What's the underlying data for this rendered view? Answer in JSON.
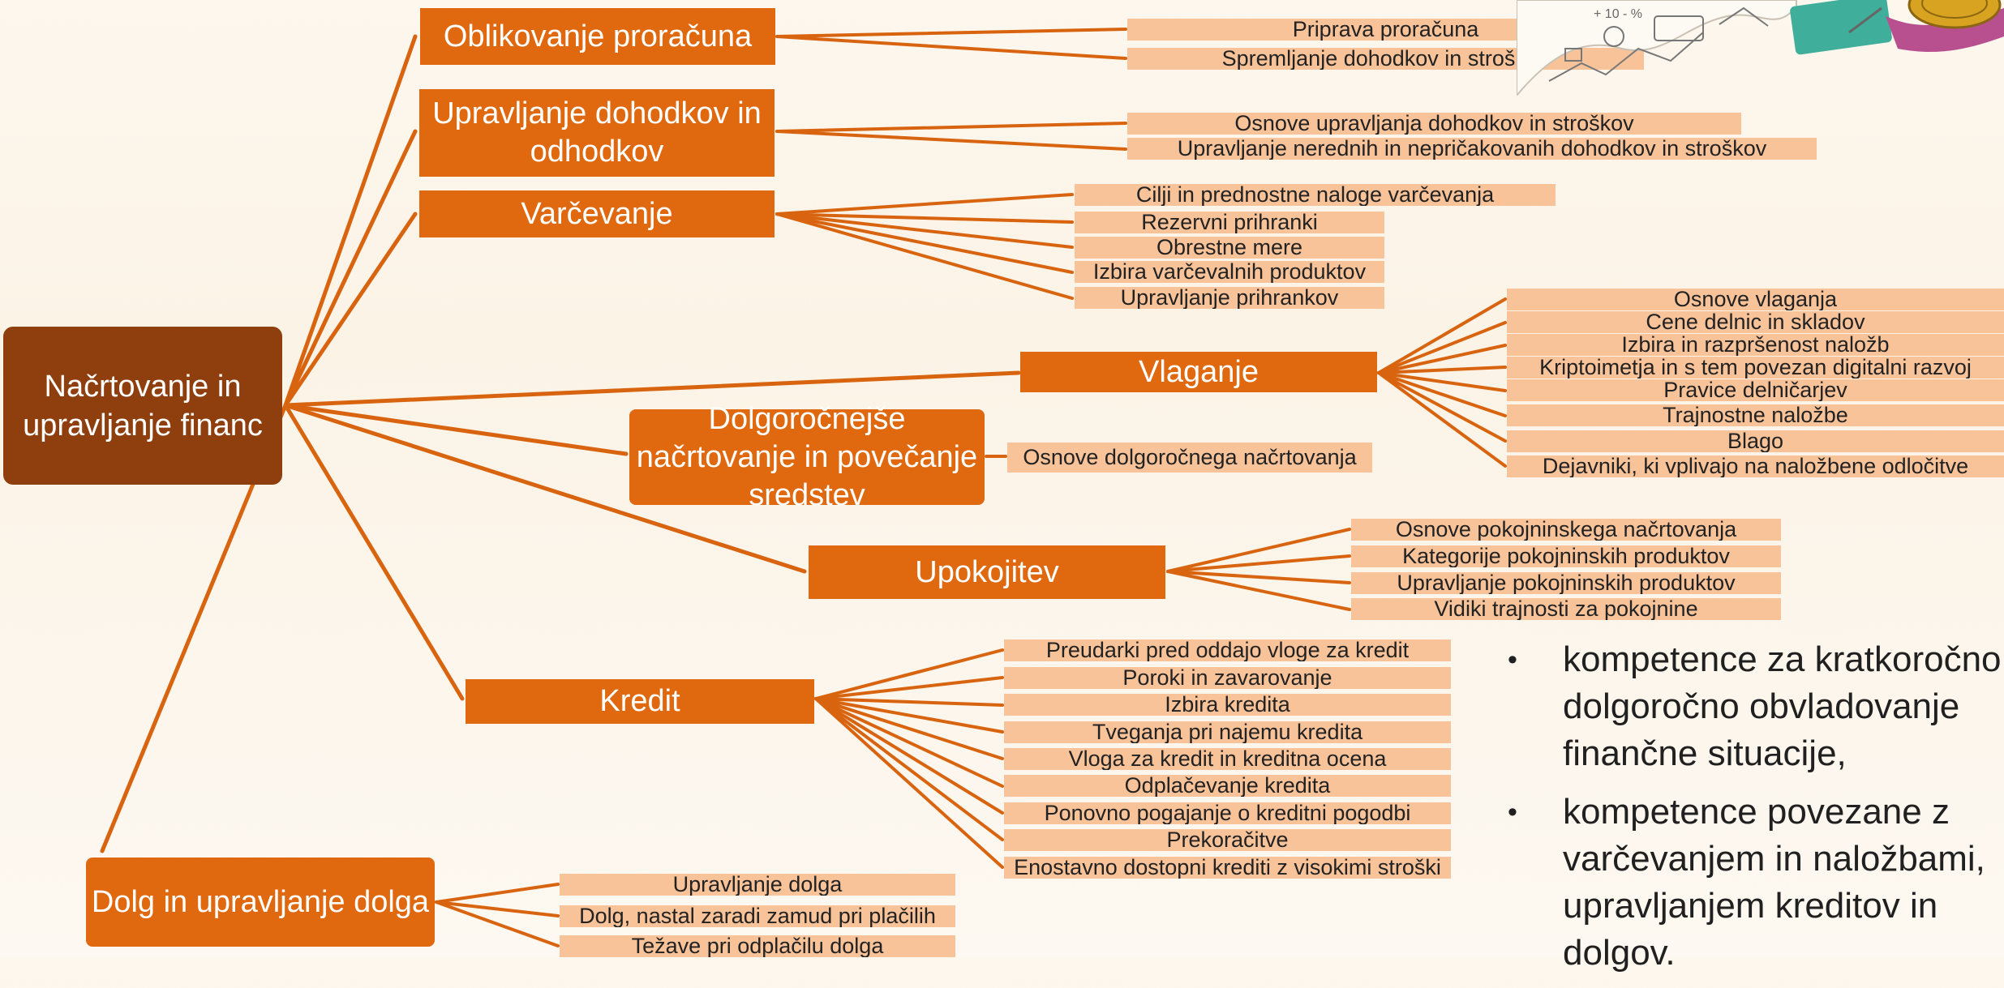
{
  "root": {
    "label": "Načrtovanje in upravljanje financ"
  },
  "categories": [
    {
      "label": "Oblikovanje proračuna",
      "leaves": [
        "Priprava proračuna",
        "Spremljanje dohodkov in stroškov"
      ]
    },
    {
      "label": "Upravljanje dohodkov in odhodkov",
      "leaves": [
        "Osnove upravljanja dohodkov in stroškov",
        "Upravljanje nerednih in nepričakovanih dohodkov in stroškov"
      ]
    },
    {
      "label": "Varčevanje",
      "leaves": [
        "Cilji in prednostne naloge varčevanja",
        "Rezervni prihranki",
        "Obrestne mere",
        "Izbira varčevalnih produktov",
        "Upravljanje prihrankov"
      ]
    },
    {
      "label": "Vlaganje",
      "leaves": [
        "Osnove vlaganja",
        "Cene delnic in skladov",
        "Izbira in razpršenost naložb",
        "Kriptoimetja in s tem povezan digitalni razvoj",
        "Pravice delničarjev",
        "Trajnostne naložbe",
        "Blago",
        "Dejavniki, ki vplivajo na naložbene odločitve"
      ]
    },
    {
      "label": "Dolgoročnejše načrtovanje in povečanje sredstev",
      "leaves": [
        "Osnove dolgoročnega načrtovanja"
      ]
    },
    {
      "label": "Upokojitev",
      "leaves": [
        "Osnove pokojninskega načrtovanja",
        "Kategorije pokojninskih produktov",
        "Upravljanje pokojninskih produktov",
        "Vidiki trajnosti za pokojnine"
      ]
    },
    {
      "label": "Kredit",
      "leaves": [
        "Preudarki pred oddajo vloge za kredit",
        "Poroki in zavarovanje",
        "Izbira kredita",
        "Tveganja pri najemu kredita",
        "Vloga za kredit in kreditna ocena",
        "Odplačevanje kredita",
        "Ponovno pogajanje o kreditni pogodbi",
        "Prekoračitve",
        "Enostavno dostopni krediti z visokimi stroški"
      ]
    },
    {
      "label": "Dolg in upravljanje dolga",
      "leaves": [
        "Upravljanje dolga",
        "Dolg, nastal zaradi zamud pri plačilih",
        "Težave pri odplačilu dolga"
      ]
    }
  ],
  "bullets": [
    "kompetence za kratkoročno dolgoročno obvladovanje finančne situacije,",
    "kompetence povezane z varčevanjem in naložbami, upravljanjem kreditov in dolgov."
  ],
  "colors": {
    "root": "#8f3e0e",
    "category": "#e0680f",
    "leaf": "#f9c39a",
    "line": "#d9640f"
  },
  "decoration": {
    "icon": "coins-and-money-illustration"
  }
}
